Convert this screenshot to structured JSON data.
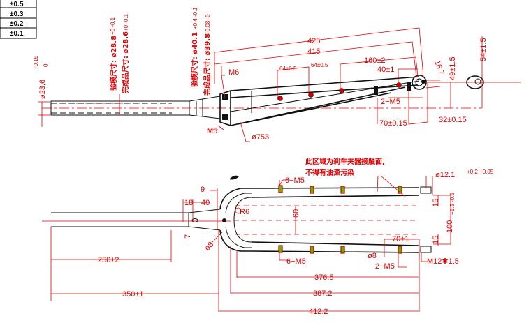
{
  "tolerance_table": [
    "±0.5",
    "±0.3",
    "±0.2",
    "±0.1"
  ],
  "top_view": {
    "steerer_dia": "ø23,6",
    "steerer_tol_upper": "+0,15",
    "steerer_tol_lower": "0",
    "mold_size_1": "验模尺寸:  ø28.8",
    "mold_size_1_tol": "+0 -0.1",
    "finished_size_1": "完成品尺寸:  ø28.6",
    "finished_size_1_tol": "+0 -0.1",
    "mold_size_2": "验模尺寸:  ø40.1",
    "mold_size_2_tol": "+0.4 -0.1",
    "finished_size_2": "完成品尺寸:  ø39.8",
    "finished_size_2_tol": "+0.08 -0",
    "m6": "M6",
    "m5": "M5",
    "radius": "ø753",
    "len_425": "425",
    "len_415": "415",
    "len_160": "160±2",
    "len_64a": "64±0.5",
    "len_64b": "64±0.5",
    "len_40": "40±1",
    "dim_16_7": "16.7",
    "dim_49": "49±1.5",
    "dim_54": "54±1.5",
    "two_m5": "2−M5",
    "len_70": "70±0.15",
    "len_32": "32±0.15"
  },
  "bottom_view": {
    "note_line1": "此区域为刹车夹器接触面,",
    "note_line2": "不得有油漆污染",
    "dropout_dia": "ø12.1",
    "dropout_tol": "+0.2 +0.05",
    "six_m5_top": "6−M5",
    "six_m5_bottom": "6−M5",
    "dim_9": "9",
    "dim_18": "18",
    "dim_40": "40",
    "dim_7": "7",
    "dim_phi8_left": "ø8",
    "radius_r6": "R6",
    "dim_60": "60",
    "dim_15_top": "15",
    "dim_15_bottom": "15",
    "dim_100": "100",
    "dim_100_tol": "+1.5 -0.5",
    "dim_70": "70±1",
    "dim_phi8_right": "ø8",
    "two_m5": "2−M5",
    "axle_thread": "M12✱1.5",
    "len_250": "250±2",
    "len_350": "350±1",
    "len_376": "376.5",
    "len_387": "387.2",
    "len_412": "412.2"
  }
}
